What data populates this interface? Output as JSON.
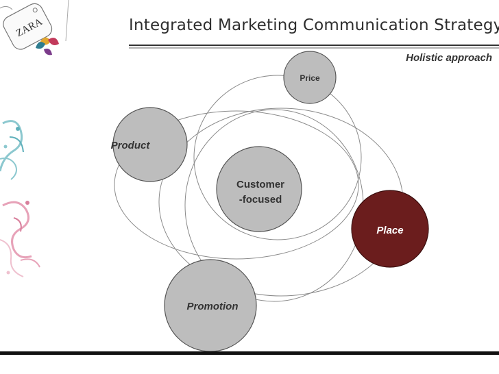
{
  "slide": {
    "title": "Integrated Marketing Communication Strategy",
    "subtitle": "Holistic approach",
    "logo_text": "ZARA"
  },
  "diagram": {
    "center": {
      "line1": "Customer",
      "line2": "-focused"
    },
    "nodes": {
      "price": "Price",
      "product": "Product",
      "place": "Place",
      "promotion": "Promotion"
    },
    "colors": {
      "node_fill": "#bdbdbd",
      "place_fill": "#6b1d1d",
      "ring_stroke": "#8a8a8a",
      "rule_color": "#333333"
    }
  }
}
